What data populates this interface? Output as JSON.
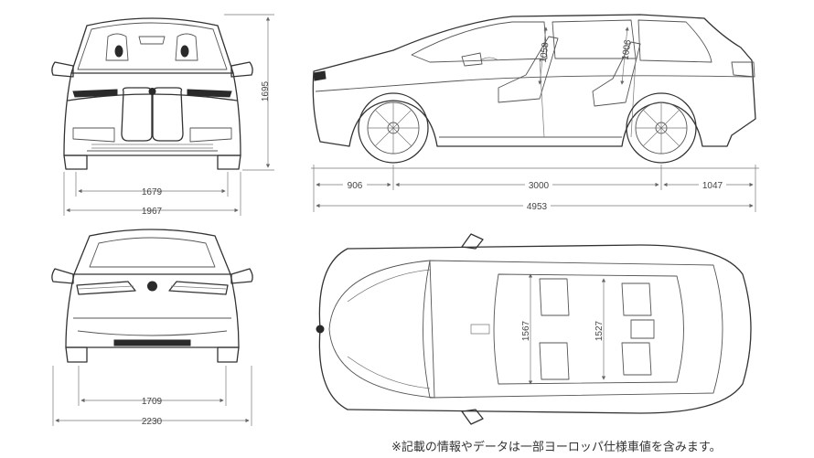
{
  "dimensions": {
    "front_track": "1679",
    "front_width_mirrors": "1967",
    "height": "1695",
    "front_overhang": "906",
    "wheelbase": "3000",
    "rear_overhang": "1047",
    "length": "4953",
    "rear_track": "1709",
    "rear_width": "2230",
    "headroom_front": "1058",
    "headroom_rear": "1006",
    "shoulder_front": "1567",
    "shoulder_rear": "1527"
  },
  "footnote": "※記載の情報やデータは一部ヨーロッパ仕様車値を含みます。",
  "colors": {
    "line": "#333333",
    "dimension": "#777777",
    "fill_dark": "#2a2a2a"
  }
}
